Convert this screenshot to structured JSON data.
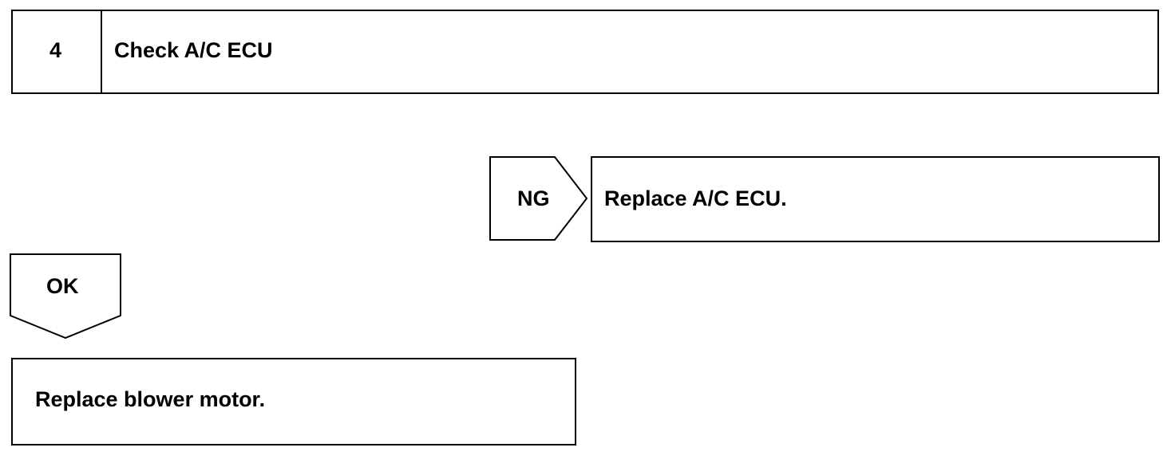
{
  "step": {
    "number": "4",
    "title": "Check A/C ECU"
  },
  "ng_branch": {
    "label": "NG",
    "action": "Replace A/C ECU."
  },
  "ok_branch": {
    "label": "OK",
    "action": "Replace blower motor."
  }
}
